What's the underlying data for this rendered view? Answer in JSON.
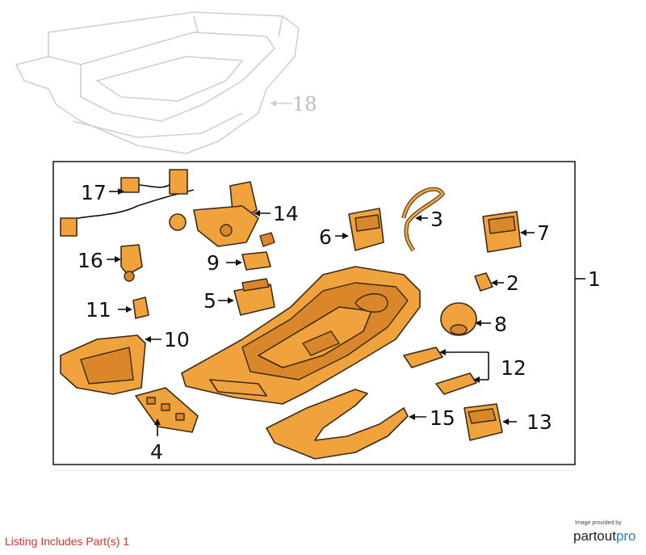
{
  "callouts": {
    "c1": "1",
    "c2": "2",
    "c3": "3",
    "c4": "4",
    "c5": "5",
    "c6": "6",
    "c7": "7",
    "c8": "8",
    "c9": "9",
    "c10": "10",
    "c11": "11",
    "c12": "12",
    "c13": "13",
    "c14": "14",
    "c15": "15",
    "c16": "16",
    "c17": "17",
    "c18": "18"
  },
  "footer": {
    "listing": "Listing Includes Part(s) 1",
    "provided_by": "Image provided by",
    "brand_prefix": "partout",
    "brand_suffix": "pro"
  },
  "colors": {
    "highlight": "#f0a23c",
    "outline": "#3a2a18",
    "ghost": "#cfcfcf",
    "listing_text": "#d8342c",
    "brand_accent": "#2a7fc4"
  }
}
